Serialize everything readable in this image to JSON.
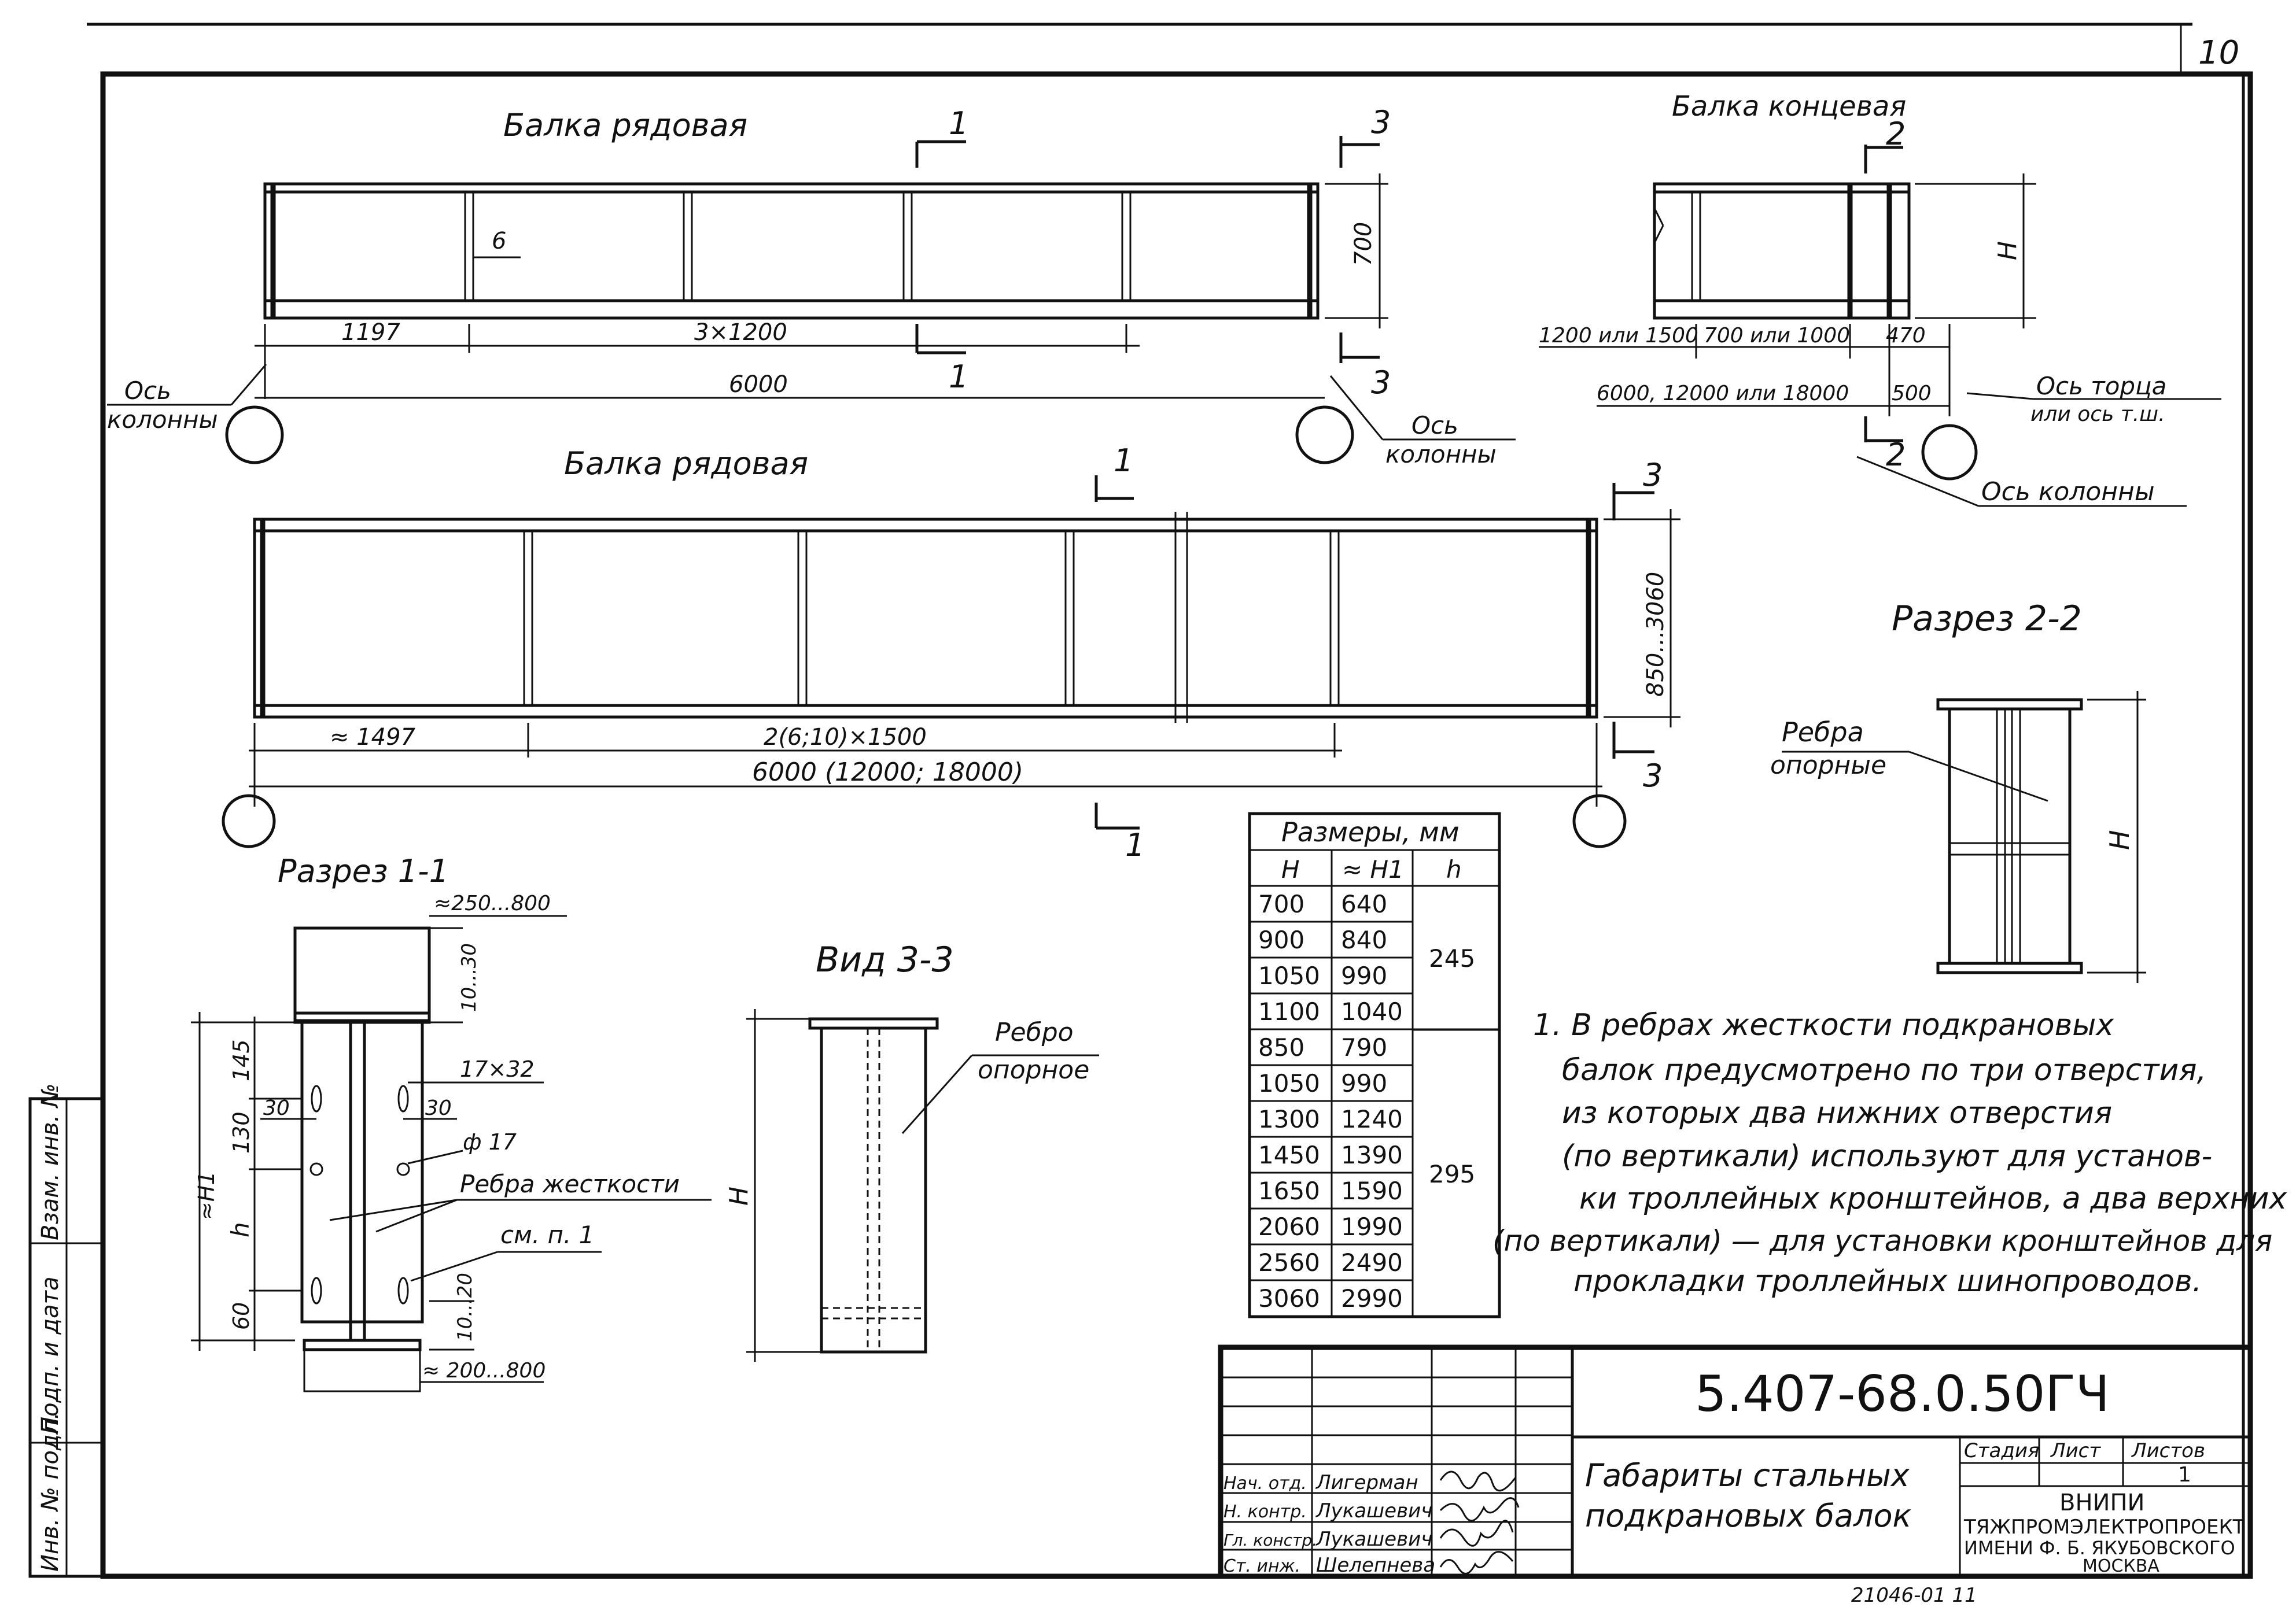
{
  "sheet_number": "10",
  "views": {
    "beam_top": {
      "title": "Балка рядовая",
      "dim_6": "6",
      "dim_height": "700",
      "dim_first": "1197",
      "dim_pitch": "3×1200",
      "dim_total": "6000",
      "axis_left": [
        "Ось",
        "колонны"
      ],
      "axis_right": [
        "Ось",
        "колонны"
      ],
      "sec1": "1",
      "sec3": "3"
    },
    "beam_end": {
      "title": "Балка концевая",
      "sec2": "2",
      "dim_h": "H",
      "dim_a": "1200 или 1500",
      "dim_b": "700 или 1000",
      "dim_c": "470",
      "dim_span": "6000, 12000 или 18000",
      "dim_500": "500",
      "axis_end": [
        "Ось торца",
        "или ось т.ш."
      ],
      "axis_col": "Ось колонны"
    },
    "beam_mid": {
      "title": "Балка рядовая",
      "dim_height": "850...3060",
      "dim_first": "≈ 1497",
      "dim_pitch": "2(6;10)×1500",
      "dim_total": "6000 (12000; 18000)",
      "sec1": "1",
      "sec3": "3"
    },
    "section_1_1": {
      "title": "Разрез 1-1",
      "dim_top": "≈250...800",
      "dim_flange_top": "10...30",
      "dim_145": "145",
      "dim_30a": "30",
      "dim_130": "130",
      "dim_h": "h",
      "dim_60": "60",
      "dim_h1": "≈H1",
      "slot": "17×32",
      "dim_30b": "30",
      "hole": "ф 17",
      "ribs": "Ребра жесткости",
      "see": "см. п. 1",
      "dim_flange_bot": "10...20",
      "dim_bottom": "≈ 200...800"
    },
    "view_3_3": {
      "title": "Вид 3-3",
      "rib": [
        "Ребро",
        "опорное"
      ],
      "dim_h": "H"
    },
    "section_2_2": {
      "title": "Разрез 2-2",
      "ribs": [
        "Ребра",
        "опорные"
      ],
      "dim_h": "H"
    }
  },
  "table": {
    "title": "Размеры, мм",
    "headers": [
      "H",
      "≈ H1",
      "h"
    ],
    "rows": [
      [
        "700",
        "640"
      ],
      [
        "900",
        "840"
      ],
      [
        "1050",
        "990"
      ],
      [
        "1100",
        "1040"
      ],
      [
        "850",
        "790"
      ],
      [
        "1050",
        "990"
      ],
      [
        "1300",
        "1240"
      ],
      [
        "1450",
        "1390"
      ],
      [
        "1650",
        "1590"
      ],
      [
        "2060",
        "1990"
      ],
      [
        "2560",
        "2490"
      ],
      [
        "3060",
        "2990"
      ]
    ],
    "h_values": [
      "245",
      "295"
    ]
  },
  "note": [
    "1. В ребрах жесткости подкрановых",
    "балок предусмотрено по три отверстия,",
    "из которых два нижних отверстия",
    "(по вертикали) используют для установ-",
    "ки троллейных кронштейнов, а два верхних",
    "(по вертикали) — для установки кронштейнов для",
    "прокладки троллейных шинопроводов."
  ],
  "side_stamp": [
    "Взам. инв. №",
    "Подп. и дата",
    "Инв. № подл."
  ],
  "title_block": {
    "code": "5.407-68.0.50ГЧ",
    "title": [
      "Габариты стальных",
      "подкрановых балок"
    ],
    "labels": [
      "Стадия",
      "Лист",
      "Листов"
    ],
    "sheets": "1",
    "org": [
      "ВНИПИ",
      "ТЯЖПРОМЭЛЕКТРОПРОЕКТ",
      "ИМЕНИ Ф. Б. ЯКУБОВСКОГО",
      "МОСКВА"
    ],
    "signers": [
      [
        "Нач. отд.",
        "Лигерман"
      ],
      [
        "Н. контр.",
        "Лукашевич"
      ],
      [
        "Гл. констр.",
        "Лукашевич"
      ],
      [
        "Ст. инж.",
        "Шелепнева"
      ]
    ]
  },
  "footer_code": "21046-01  11"
}
